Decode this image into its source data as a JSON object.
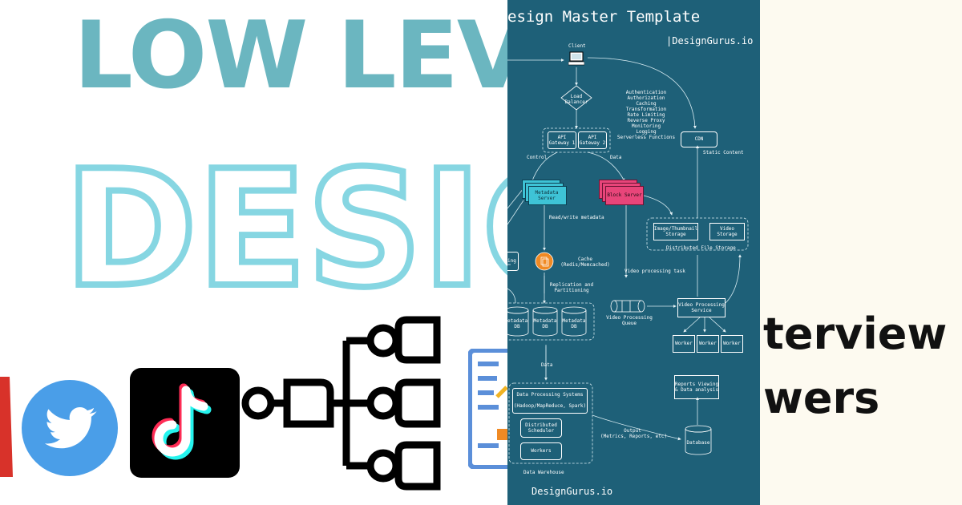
{
  "banner": {
    "headline_top": "LOW LEV",
    "headline_bottom": "DESIG",
    "right_line1": "terview",
    "right_line2": "wers"
  },
  "icons": [
    "youtube-icon",
    "twitter-icon",
    "tiktok-icon",
    "hierarchy-icon",
    "document-icon"
  ],
  "colors": {
    "teal_text": "#6bb6c0",
    "outline_text": "#86d6e2",
    "poster_bg": "#1e6078",
    "twitter_blue": "#4a9ee8",
    "block_server": "#e8457a",
    "metadata_server": "#3ec3d6",
    "cache": "#f08a24",
    "right_bg": "#fdfaf0"
  },
  "diagram": {
    "title": "esign Master Template",
    "brand": "|DesignGurus.io",
    "footer": "DesignGurus.io",
    "nodes": {
      "client": "Client",
      "load_balancer": [
        "Load",
        "Balancer"
      ],
      "api_gw1": [
        "API",
        "Gateway 1"
      ],
      "api_gw2": [
        "API",
        "Gateway 2"
      ],
      "gateway_features": [
        "Authentication",
        "Authorization",
        "Caching",
        "Transformation",
        "Rate Limiting",
        "Reverse Proxy",
        "Monitoring",
        "Logging",
        "Serverless Functions"
      ],
      "cdn": "CDN",
      "static_content": "Static Content",
      "control": "Control",
      "data_label": "Data",
      "metadata_server": [
        "Metadata",
        "Server"
      ],
      "block_server": "Block Server",
      "read_write": "Read/write metadata",
      "image_storage": [
        "Image/Thumbnail",
        "Storage"
      ],
      "video_storage": [
        "Video",
        "Storage"
      ],
      "dist_storage": "Distributed File Storage",
      "cache": [
        "Cache",
        "(Redis/Memcached)"
      ],
      "partial_left": "ing",
      "replication": [
        "Replication and",
        "Partitioning"
      ],
      "metadata_dbs": [
        [
          "etadata",
          "DB"
        ],
        [
          "Metadata",
          "DB"
        ],
        [
          "Metadata",
          "DB"
        ]
      ],
      "video_task": "Video processing task",
      "video_queue": [
        "Video Processing",
        "Queue"
      ],
      "video_service": [
        "Video Processing",
        "Service"
      ],
      "workers": [
        "Worker",
        "Worker",
        "Worker"
      ],
      "data2": "Data",
      "data_processing": [
        "Data Processing Systems",
        "(Hadoop/MapReduce, Spark)"
      ],
      "dist_scheduler": [
        "Distributed",
        "Scheduler"
      ],
      "workers2": "Workers",
      "data_warehouse": "Data Warehouse",
      "output": [
        "Output",
        "(Metrics, Reports, etc)"
      ],
      "reports": [
        "Reports Viewing",
        "& Data analysis"
      ],
      "database": "Database"
    }
  }
}
